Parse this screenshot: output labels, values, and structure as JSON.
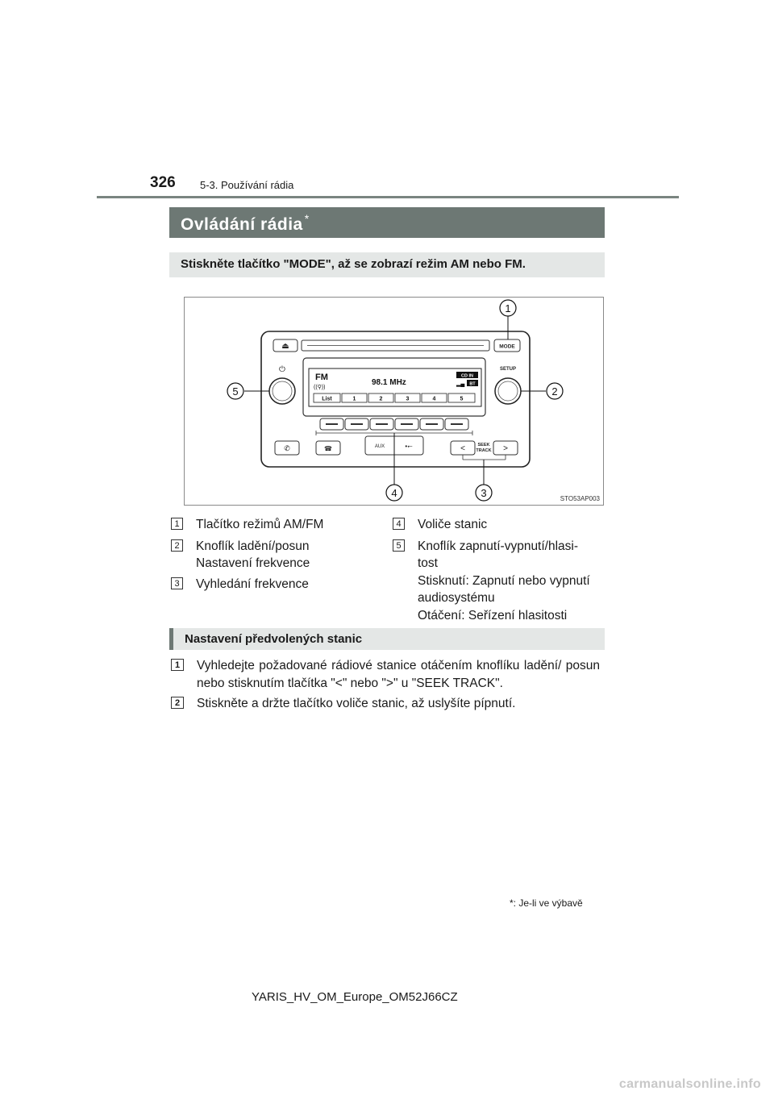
{
  "header": {
    "page_number": "326",
    "section": "5-3. Používání rádia"
  },
  "title": {
    "text": "Ovládání rádia",
    "mark": "*"
  },
  "subtitle": "Stiskněte tlačítko \"MODE\", až se zobrazí režim AM nebo FM.",
  "figure": {
    "code": "STO53AP003",
    "callouts": [
      "1",
      "2",
      "3",
      "4",
      "5"
    ],
    "device": {
      "eject": "⏏",
      "mode": "MODE",
      "setup": "SETUP",
      "power": "⏻",
      "band": "FM",
      "frequency": "98.1 MHz",
      "cd_in": "CD IN",
      "bt": "BT",
      "list": "List",
      "presets": [
        "1",
        "2",
        "3",
        "4",
        "5"
      ],
      "aux": "AUX",
      "seek_line1": "SEEK",
      "seek_line2": "TRACK",
      "seek_prev": "<",
      "seek_next": ">"
    }
  },
  "legend": [
    {
      "num": "1",
      "lines": [
        "Tlačítko režimů AM/FM"
      ]
    },
    {
      "num": "2",
      "lines": [
        "Knoflík ladění/posun",
        "Nastavení frekvence"
      ]
    },
    {
      "num": "3",
      "lines": [
        "Vyhledání frekvence"
      ]
    },
    {
      "num": "4",
      "lines": [
        "Voliče stanic"
      ]
    },
    {
      "num": "5",
      "lines": [
        "Knoflík zapnutí-vypnutí/hlasi-",
        "tost",
        "Stisknutí: Zapnutí nebo vypnutí",
        "audiosystému",
        "Otáčení: Seřízení hlasitosti"
      ]
    }
  ],
  "section2": {
    "title": "Nastavení předvolených stanic",
    "steps": [
      {
        "num": "1",
        "text": "Vyhledejte požadované rádiové stanice otáčením knoflíku ladění/ posun nebo stisknutím tlačítka \"<\" nebo \">\" u \"SEEK TRACK\"."
      },
      {
        "num": "2",
        "text": "Stiskněte a držte tlačítko voliče stanic, až uslyšíte pípnutí."
      }
    ]
  },
  "footnote": {
    "mark": "*",
    "text": ": Je-li ve výbavě"
  },
  "footer": {
    "doc_id": "YARIS_HV_OM_Europe_OM52J66CZ"
  },
  "watermark": "carmanualsonline.info"
}
